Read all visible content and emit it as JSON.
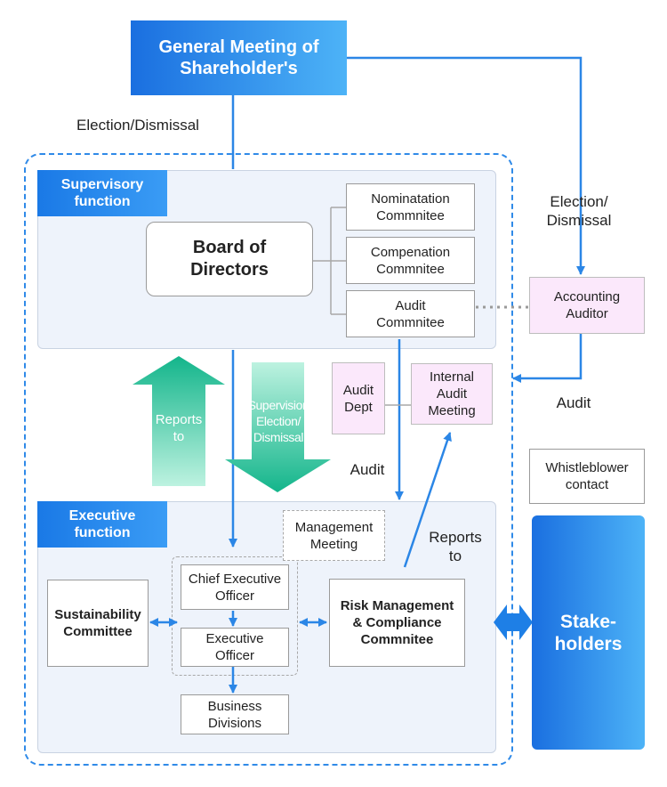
{
  "shareholders": "General Meeting of Shareholder's",
  "labels": {
    "election_dismissal_left": "Election/Dismissal",
    "election_right_1": "Election/",
    "election_right_2": "Dismissal",
    "audit_right": "Audit",
    "audit_center": "Audit",
    "reports_to_right_1": "Reports",
    "reports_to_right_2": "to"
  },
  "supervisory": {
    "tag_1": "Supervisory",
    "tag_2": "function",
    "board_1": "Board of",
    "board_2": "Directors",
    "nomination_1": "Nominatation",
    "nomination_2": "Commnitee",
    "compensation_1": "Compenation",
    "compensation_2": "Commnitee",
    "audit_1": "Audit",
    "audit_2": "Commnitee"
  },
  "accounting_auditor_1": "Accounting",
  "accounting_auditor_2": "Auditor",
  "audit_dept_1": "Audit",
  "audit_dept_2": "Dept",
  "internal_audit_1": "Internal",
  "internal_audit_2": "Audit",
  "internal_audit_3": "Meeting",
  "arrows": {
    "reports_to_1": "Reports",
    "reports_to_2": "to",
    "supervision_1": "Supervision",
    "supervision_2": "Election/",
    "supervision_3": "Dismissal"
  },
  "whistleblower_1": "Whistleblower",
  "whistleblower_2": "contact",
  "executive": {
    "tag_1": "Executive",
    "tag_2": "function",
    "management_1": "Management",
    "management_2": "Meeting",
    "ceo_1": "Chief Executive",
    "ceo_2": "Officer",
    "exec_officer_1": "Executive",
    "exec_officer_2": "Officer",
    "sustainability_1": "Sustainability",
    "sustainability_2": "Committee",
    "risk_1": "Risk Management",
    "risk_2": "& Compliance",
    "risk_3": "Commnitee",
    "business_1": "Business",
    "business_2": "Divisions"
  },
  "stakeholders_1": "Stake-",
  "stakeholders_2": "holders",
  "colors": {
    "blue_dark": "#1a6fe0",
    "blue_light": "#4db3f7",
    "green": "#15b98f",
    "pink": "#fbe8fb"
  }
}
